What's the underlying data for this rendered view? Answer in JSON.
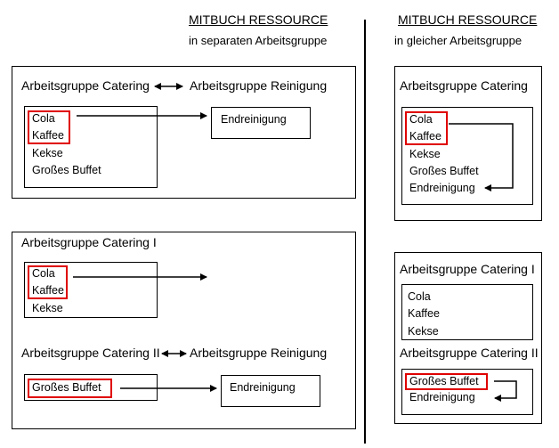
{
  "left": {
    "heading_title": "MITBUCH RESSOURCE",
    "heading_subtitle": "in separaten Arbeitsgruppe",
    "section1": {
      "group_catering": "Arbeitsgruppe Catering",
      "group_cleaning": "Arbeitsgruppe Reinigung",
      "catering_items": [
        "Cola",
        "Kaffee",
        "Kekse",
        "Großes Buffet"
      ],
      "cleaning_item": "Endreinigung"
    },
    "section2": {
      "group_catering_1": "Arbeitsgruppe Catering I",
      "catering_1_items": [
        "Cola",
        "Kaffee",
        "Kekse"
      ],
      "group_catering_2": "Arbeitsgruppe Catering II",
      "group_cleaning": "Arbeitsgruppe Reinigung",
      "catering_2_item": "Großes Buffet",
      "cleaning_item": "Endreinigung"
    }
  },
  "right": {
    "heading_title": "MITBUCH RESSOURCE",
    "heading_subtitle": "in gleicher Arbeitsgruppe",
    "section1": {
      "group_catering": "Arbeitsgruppe Catering",
      "items": [
        "Cola",
        "Kaffee",
        "Kekse",
        "Großes Buffet",
        "Endreinigung"
      ]
    },
    "section2": {
      "group_catering_1": "Arbeitsgruppe Catering I",
      "catering_1_items": [
        "Cola",
        "Kaffee",
        "Kekse"
      ],
      "group_catering_2": "Arbeitsgruppe Catering II",
      "catering_2_items": [
        "Großes Buffet",
        "Endreinigung"
      ]
    }
  },
  "colors": {
    "highlight": "#e00000",
    "line": "#000000"
  }
}
